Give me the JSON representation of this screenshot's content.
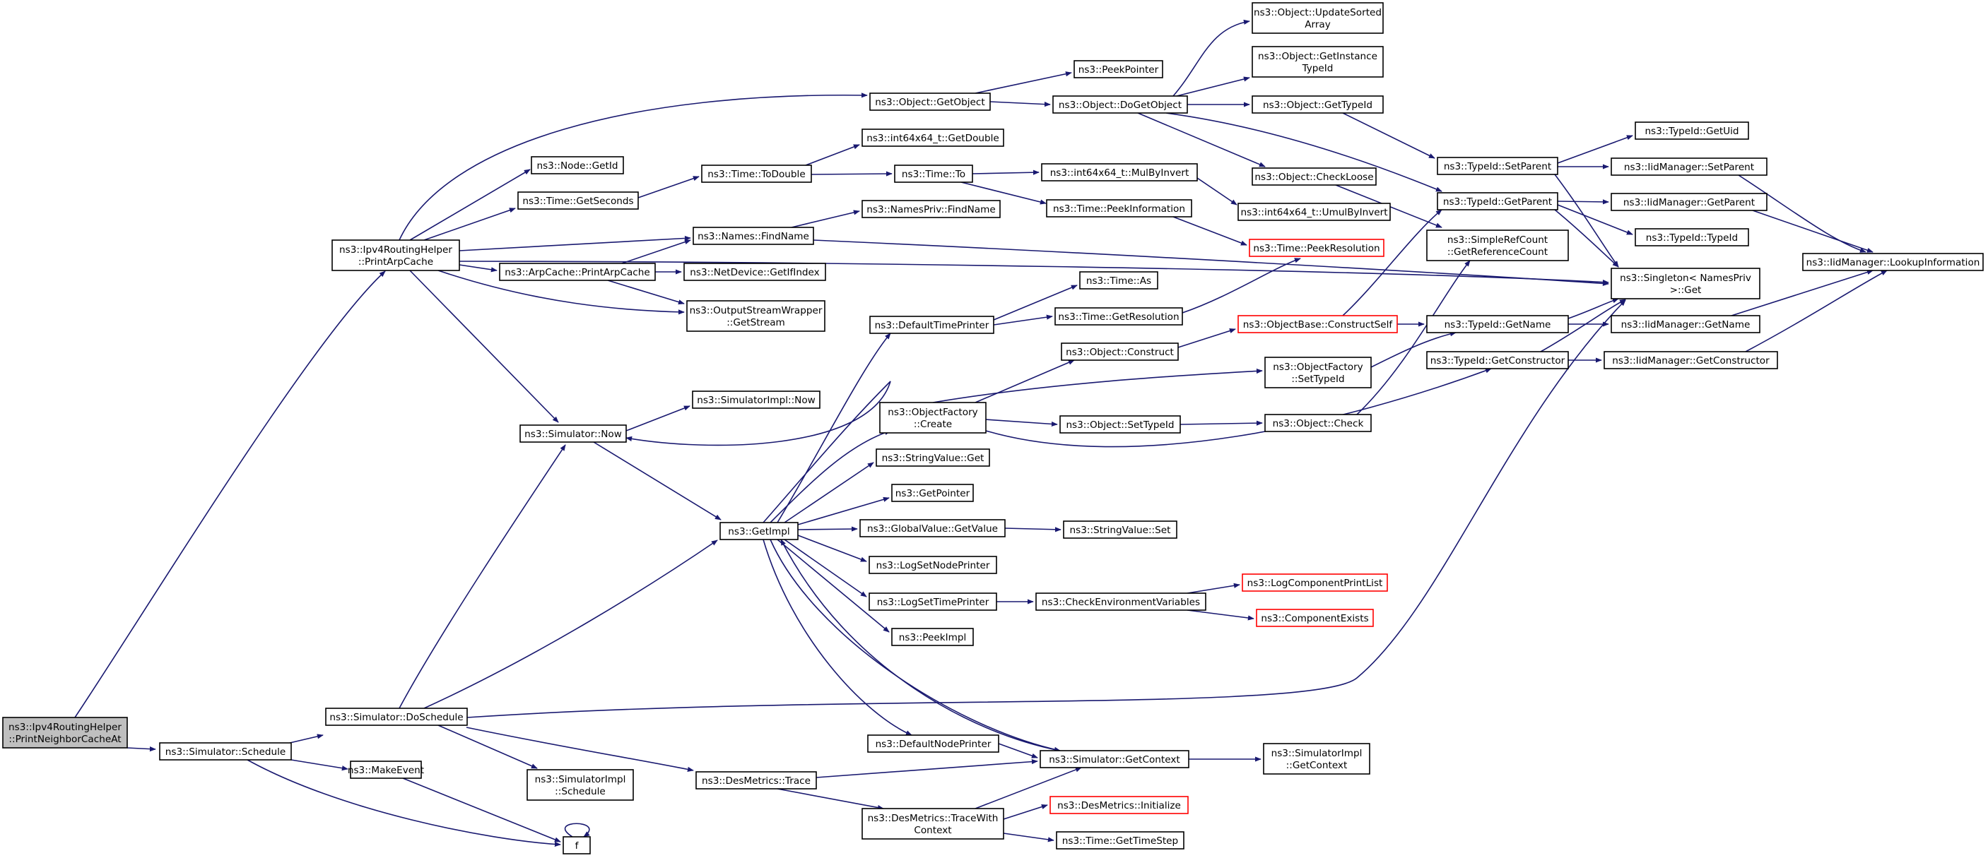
{
  "colors": {
    "edge": "#191970",
    "node_border": "#000000",
    "node_fill": "#ffffff",
    "root_fill": "#bfbfbf",
    "truncated_border": "#ff0000"
  },
  "nodes": [
    {
      "id": "root",
      "lines": [
        "ns3::Ipv4RoutingHelper",
        "::PrintNeighborCacheAt"
      ],
      "kind": "root"
    },
    {
      "id": "sched",
      "lines": [
        "ns3::Simulator::Schedule"
      ]
    },
    {
      "id": "dosched",
      "lines": [
        "ns3::Simulator::DoSchedule"
      ]
    },
    {
      "id": "makeevent",
      "lines": [
        "ns3::MakeEvent"
      ]
    },
    {
      "id": "f",
      "lines": [
        "f"
      ]
    },
    {
      "id": "printarp",
      "lines": [
        "ns3::Ipv4RoutingHelper",
        "::PrintArpCache"
      ]
    },
    {
      "id": "simnow",
      "lines": [
        "ns3::Simulator::Now"
      ]
    },
    {
      "id": "getobject",
      "lines": [
        "ns3::Object::GetObject"
      ]
    },
    {
      "id": "nodegetid",
      "lines": [
        "ns3::Node::GetId"
      ]
    },
    {
      "id": "timegetsec",
      "lines": [
        "ns3::Time::GetSeconds"
      ]
    },
    {
      "id": "namesfind",
      "lines": [
        "ns3::Names::FindName"
      ]
    },
    {
      "id": "arpprint",
      "lines": [
        "ns3::ArpCache::PrintArpCache"
      ]
    },
    {
      "id": "osw",
      "lines": [
        "ns3::OutputStreamWrapper",
        "::GetStream"
      ]
    },
    {
      "id": "implsched",
      "lines": [
        "ns3::SimulatorImpl",
        "::Schedule"
      ]
    },
    {
      "id": "getimpl",
      "lines": [
        "ns3::GetImpl"
      ]
    },
    {
      "id": "desmetrace",
      "lines": [
        "ns3::DesMetrics::Trace"
      ]
    },
    {
      "id": "implnow",
      "lines": [
        "ns3::SimulatorImpl::Now"
      ]
    },
    {
      "id": "timetodouble",
      "lines": [
        "ns3::Time::ToDouble"
      ]
    },
    {
      "id": "netdev",
      "lines": [
        "ns3::NetDevice::GetIfIndex"
      ]
    },
    {
      "id": "peekptr",
      "lines": [
        "ns3::PeekPointer"
      ]
    },
    {
      "id": "int64getd",
      "lines": [
        "ns3::int64x64_t::GetDouble"
      ]
    },
    {
      "id": "timeto",
      "lines": [
        "ns3::Time::To"
      ]
    },
    {
      "id": "namespriv",
      "lines": [
        "ns3::NamesPriv::FindName"
      ]
    },
    {
      "id": "deftimeprinter",
      "lines": [
        "ns3::DefaultTimePrinter"
      ]
    },
    {
      "id": "objfactcreate",
      "lines": [
        "ns3::ObjectFactory",
        "::Create"
      ]
    },
    {
      "id": "strvalget",
      "lines": [
        "ns3::StringValue::Get"
      ]
    },
    {
      "id": "getpointer",
      "lines": [
        "ns3::GetPointer"
      ]
    },
    {
      "id": "gvgetvalue",
      "lines": [
        "ns3::GlobalValue::GetValue"
      ]
    },
    {
      "id": "logsetnode",
      "lines": [
        "ns3::LogSetNodePrinter"
      ]
    },
    {
      "id": "logsettime",
      "lines": [
        "ns3::LogSetTimePrinter"
      ]
    },
    {
      "id": "peekimpl",
      "lines": [
        "ns3::PeekImpl"
      ]
    },
    {
      "id": "defnodeprinter",
      "lines": [
        "ns3::DefaultNodePrinter"
      ]
    },
    {
      "id": "tracewithctx",
      "lines": [
        "ns3::DesMetrics::TraceWith",
        "Context"
      ]
    },
    {
      "id": "dogetobject",
      "lines": [
        "ns3::Object::DoGetObject"
      ]
    },
    {
      "id": "mulbyinv",
      "lines": [
        "ns3::int64x64_t::MulByInvert"
      ]
    },
    {
      "id": "peekinfo",
      "lines": [
        "ns3::Time::PeekInformation"
      ]
    },
    {
      "id": "timeas",
      "lines": [
        "ns3::Time::As"
      ]
    },
    {
      "id": "timegetres",
      "lines": [
        "ns3::Time::GetResolution"
      ]
    },
    {
      "id": "objconstruct",
      "lines": [
        "ns3::Object::Construct"
      ]
    },
    {
      "id": "objsettypeid",
      "lines": [
        "ns3::Object::SetTypeId"
      ]
    },
    {
      "id": "strvalset",
      "lines": [
        "ns3::StringValue::Set"
      ]
    },
    {
      "id": "checkenv",
      "lines": [
        "ns3::CheckEnvironmentVariables"
      ]
    },
    {
      "id": "simgetctx",
      "lines": [
        "ns3::Simulator::GetContext"
      ]
    },
    {
      "id": "desinit",
      "lines": [
        "ns3::DesMetrics::Initialize"
      ],
      "kind": "truncated"
    },
    {
      "id": "timegetstep",
      "lines": [
        "ns3::Time::GetTimeStep"
      ]
    },
    {
      "id": "updsorted",
      "lines": [
        "ns3::Object::UpdateSorted",
        "Array"
      ]
    },
    {
      "id": "getinsttid",
      "lines": [
        "ns3::Object::GetInstance",
        "TypeId"
      ]
    },
    {
      "id": "objgettid",
      "lines": [
        "ns3::Object::GetTypeId"
      ]
    },
    {
      "id": "checkloose",
      "lines": [
        "ns3::Object::CheckLoose"
      ]
    },
    {
      "id": "umulbyinv",
      "lines": [
        "ns3::int64x64_t::UmulByInvert"
      ]
    },
    {
      "id": "peekres",
      "lines": [
        "ns3::Time::PeekResolution"
      ],
      "kind": "truncated"
    },
    {
      "id": "constructself",
      "lines": [
        "ns3::ObjectBase::ConstructSelf"
      ],
      "kind": "truncated"
    },
    {
      "id": "ofsettid",
      "lines": [
        "ns3::ObjectFactory",
        "::SetTypeId"
      ]
    },
    {
      "id": "objcheck",
      "lines": [
        "ns3::Object::Check"
      ]
    },
    {
      "id": "logcomplist",
      "lines": [
        "ns3::LogComponentPrintList"
      ],
      "kind": "truncated"
    },
    {
      "id": "compexists",
      "lines": [
        "ns3::ComponentExists"
      ],
      "kind": "truncated"
    },
    {
      "id": "implgetctx",
      "lines": [
        "ns3::SimulatorImpl",
        "::GetContext"
      ]
    },
    {
      "id": "tidsetparent",
      "lines": [
        "ns3::TypeId::SetParent"
      ]
    },
    {
      "id": "tidgetparent",
      "lines": [
        "ns3::TypeId::GetParent"
      ]
    },
    {
      "id": "simplerefcount",
      "lines": [
        "ns3::SimpleRefCount",
        "::GetReferenceCount"
      ]
    },
    {
      "id": "tidgetname",
      "lines": [
        "ns3::TypeId::GetName"
      ]
    },
    {
      "id": "tidgetctor",
      "lines": [
        "ns3::TypeId::GetConstructor"
      ]
    },
    {
      "id": "tidgetuid",
      "lines": [
        "ns3::TypeId::GetUid"
      ]
    },
    {
      "id": "iidsetparent",
      "lines": [
        "ns3::IidManager::SetParent"
      ]
    },
    {
      "id": "iidgetparent",
      "lines": [
        "ns3::IidManager::GetParent"
      ]
    },
    {
      "id": "tidtypeid",
      "lines": [
        "ns3::TypeId::TypeId"
      ]
    },
    {
      "id": "singleton",
      "lines": [
        "ns3::Singleton< NamesPriv",
        " >::Get"
      ]
    },
    {
      "id": "iidgetname",
      "lines": [
        "ns3::IidManager::GetName"
      ]
    },
    {
      "id": "iidgetctor",
      "lines": [
        "ns3::IidManager::GetConstructor"
      ]
    },
    {
      "id": "iidlookup",
      "lines": [
        "ns3::IidManager::LookupInformation"
      ]
    }
  ]
}
